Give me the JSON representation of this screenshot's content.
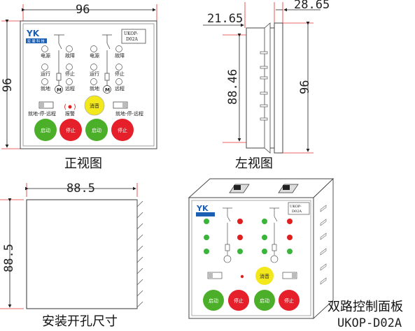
{
  "dims": {
    "front_width": "96",
    "front_height": "96",
    "side_depth_1": "21.65",
    "side_depth_2": "28.65",
    "side_inner": "88.46",
    "side_height": "96",
    "cutout_width": "88.5",
    "cutout_height": "88.5"
  },
  "captions": {
    "front": "正视图",
    "left": "左视图",
    "cutout": "安装开孔尺寸",
    "title": "双路控制面板",
    "model": "UKOP-D02A"
  },
  "panel": {
    "logo": "YK",
    "brand": "宏  骏  科  技",
    "model_l1": "UKOP-",
    "model_l2": "D02A",
    "lbl_power": "电源",
    "lbl_fault": "故障",
    "lbl_run": "运行",
    "lbl_stop": "停止",
    "lbl_local": "就地",
    "lbl_remote": "远程",
    "motor": "M",
    "switch_label": "就地-停-远程",
    "alarm": "报警",
    "silence": "消音",
    "btn_start": "启动",
    "btn_stop": "停止"
  },
  "colors": {
    "green": "#4caf2a",
    "red": "#e5202a",
    "yellow": "#f3e81c",
    "led_green": "#3ab53a",
    "led_red": "#e02020",
    "logo_blue": "#1a5fb4",
    "dim_red": "#e03030"
  }
}
